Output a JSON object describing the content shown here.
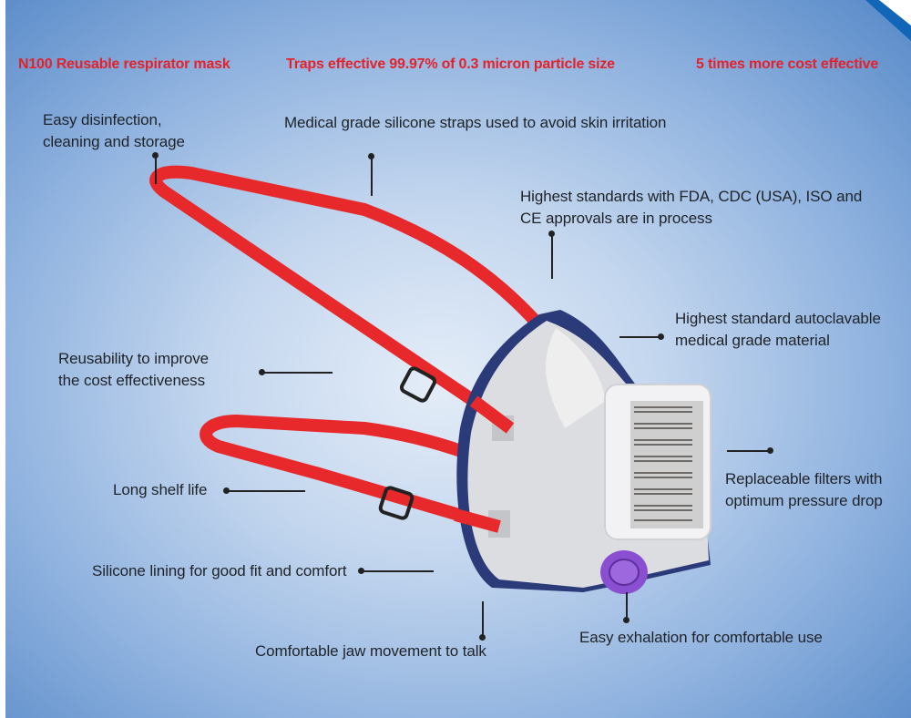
{
  "header": {
    "title": "N100 Reusable respirator mask",
    "efficiency": "Traps effective  99.97% of 0.3 micron particle size",
    "cost": "5 times more cost effective"
  },
  "callouts": [
    {
      "line1": "Easy disinfection,",
      "line2": "cleaning and storage"
    },
    {
      "line1": "Medical grade silicone straps used to avoid skin irritation"
    },
    {
      "line1": "Highest standards with FDA, CDC (USA), ISO and",
      "line2": "CE approvals are in process"
    },
    {
      "line1": "Highest standard autoclavable",
      "line2": "medical grade material"
    },
    {
      "line1": "Reusability to improve",
      "line2": "the cost effectiveness"
    },
    {
      "line1": "Replaceable filters with",
      "line2": "optimum pressure drop"
    },
    {
      "line1": "Long shelf life"
    },
    {
      "line1": "Silicone lining for good fit and comfort"
    },
    {
      "line1": "Comfortable jaw movement to talk"
    },
    {
      "line1": "Easy exhalation for comfortable use"
    }
  ],
  "colors": {
    "heading": "#e3222c",
    "strap": "#e8292b",
    "seal": "#2b3a78",
    "valve": "#8a4fd0"
  }
}
